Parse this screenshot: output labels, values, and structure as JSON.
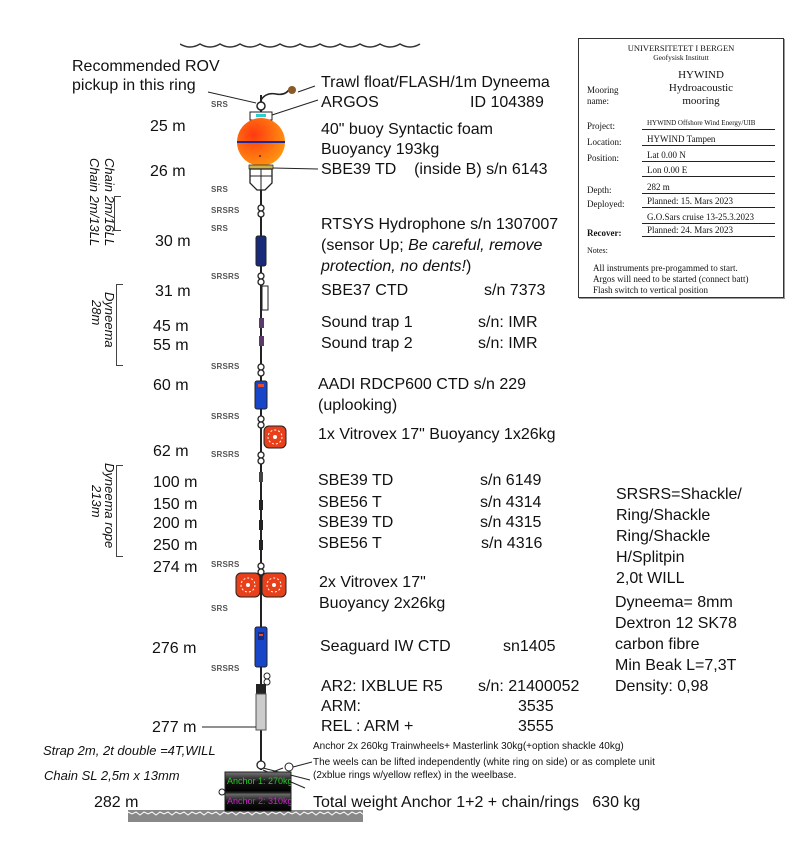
{
  "infobox": {
    "university": "UNIVERSITETET I BERGEN",
    "institute": "Geofysisk Institutt",
    "mooring_name_label": "Mooring name:",
    "mooring_name_line1": "HYWIND",
    "mooring_name_line2": "Hydroacoustic",
    "mooring_name_line3": "mooring",
    "project_label": "Project:",
    "project": "HYWIND Offshore Wind Energy/UIB",
    "location_label": "Location:",
    "location": "HYWIND Tampen",
    "position_label": "Position:",
    "lat": "Lat 0.00 N",
    "lon": "Lon 0.00 E",
    "depth_label": "Depth:",
    "depth": "282 m",
    "deployed_label": "Deployed:",
    "deployed": "Planned: 15. Mars 2023",
    "cruise": "G.O.Sars cruise 13-25.3.2023",
    "recover_label": "Recover:",
    "recover": "Planned: 24. Mars 2023",
    "notes_label": "Notes:",
    "notes": [
      "All instruments pre-progammed to start.",
      "Argos will need to be started (connect batt)",
      "Flash switch to vertical position"
    ]
  },
  "rov_note": [
    "Recommended ROV",
    "pickup in this ring"
  ],
  "depths": {
    "d25": "25 m",
    "d26": "26 m",
    "d30": "30 m",
    "d31": "31 m",
    "d45": "45 m",
    "d55": "55 m",
    "d60": "60 m",
    "d62": "62 m",
    "d100": "100 m",
    "d150": "150 m",
    "d200": "200 m",
    "d250": "250 m",
    "d274": "274 m",
    "d276": "276 m",
    "d277": "277 m",
    "d282": "282 m"
  },
  "side_labels": {
    "chain1": "Chain 2m/16LL",
    "chain2": "Chain 2m/13LL",
    "dyneema1_a": "Dyneema",
    "dyneema1_b": "28m",
    "dyneema2_a": "Dyneema rope",
    "dyneema2_b": "213m"
  },
  "connectors": {
    "srs": "SRS",
    "srsrs": "SRSRS"
  },
  "instruments": {
    "trawl_float": "Trawl float/FLASH/1m Dyneema",
    "argos": "ARGOS",
    "argos_id": "ID 104389",
    "buoy_line1": "40\" buoy Syntactic foam",
    "buoy_line2": "Buoyancy 193kg",
    "sbe39_top": "SBE39 TD    (inside B) s/n 6143",
    "rtsys_line1": "RTSYS Hydrophone s/n 1307007",
    "rtsys_line2a": "(sensor Up; ",
    "rtsys_line2b": "Be careful, remove",
    "rtsys_line3a": "protection, no dents!",
    "rtsys_line3b": ")",
    "sbe37": "SBE37 CTD",
    "sbe37_sn": "s/n 7373",
    "soundtrap1": "Sound trap 1",
    "soundtrap1_sn": "s/n: IMR",
    "soundtrap2": "Sound trap 2",
    "soundtrap2_sn": "s/n: IMR",
    "aadi_line1": "AADI RDCP600 CTD  s/n 229",
    "aadi_line2": "(uplooking)",
    "vitrovex1": "1x Vitrovex 17\" Buoyancy 1x26kg",
    "sbe39_a": "SBE39 TD",
    "sbe39_a_sn": "s/n 6149",
    "sbe56_a": "SBE56 T",
    "sbe56_a_sn": "s/n 4314",
    "sbe39_b": "SBE39 TD",
    "sbe39_b_sn": "s/n 4315",
    "sbe56_b": "SBE56 T",
    "sbe56_b_sn": "s/n 4316",
    "vitrovex2_line1": "2x Vitrovex 17\"",
    "vitrovex2_line2": "Buoyancy 2x26kg",
    "seaguard": "Seaguard IW CTD",
    "seaguard_sn": "sn1405",
    "ar2": "AR2: IXBLUE R5",
    "ar2_sn": "s/n: 21400052",
    "arm": "ARM:",
    "arm_code": "3535",
    "rel": "REL : ARM +",
    "rel_code": "3555"
  },
  "legend": {
    "srsrs_lines": [
      "SRSRS=Shackle/",
      "Ring/Shackle",
      "Ring/Shackle",
      "H/Splitpin",
      "2,0t WILL"
    ],
    "dyneema_lines": [
      "Dyneema= 8mm",
      "Dextron 12 SK78",
      "carbon fibre",
      "Min Beak L=7,3T",
      "Density: 0,98"
    ]
  },
  "anchor": {
    "strap": "Strap 2m, 2t double =4T,WILL",
    "chain": "Chain SL 2,5m x 13mm",
    "anchor1": "Anchor 1: 270kg",
    "anchor2": "Anchor 2: 310kg",
    "note1": "Anchor 2x 260kg Trainwheels+ Masterlink 30kg(+option shackle 40kg)",
    "note2": "The weels can be lifted independently (white ring on side) or as complete unit",
    "note3": "(2xblue rings w/yellow reflex) in the weelbase.",
    "total": "Total weight Anchor 1+2 + chain/rings   630 kg"
  },
  "colors": {
    "buoy": "#ff5a14",
    "buoy_band": "#1a2a9a",
    "instrument_blue": "#1746c8",
    "dark_blue": "#1a2a7a",
    "vitrovex": "#e8401a",
    "anchor1_text": "#22cc22",
    "anchor2_text": "#cc22cc"
  }
}
